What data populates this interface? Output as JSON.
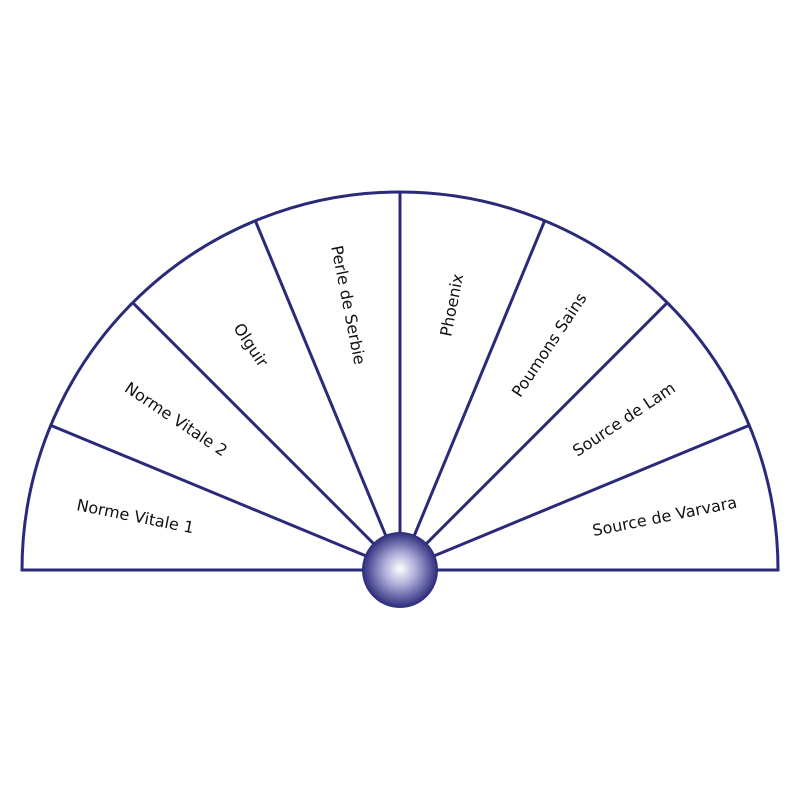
{
  "diagram": {
    "type": "semicircle-pendulum-chart",
    "stroke_color": "#2b2a7a",
    "center_knob": {
      "highlight_color": "#ffffff",
      "shadow_color": "#2b2a7a"
    },
    "sectors": [
      {
        "label": "Norme Vitale 1"
      },
      {
        "label": "Norme Vitale 2"
      },
      {
        "label": "Olguir"
      },
      {
        "label": "Perle de Serbie"
      },
      {
        "label": "Phoenix"
      },
      {
        "label": "Poumons Sains"
      },
      {
        "label": "Source de Lam"
      },
      {
        "label": "Source de Varvara"
      }
    ]
  }
}
